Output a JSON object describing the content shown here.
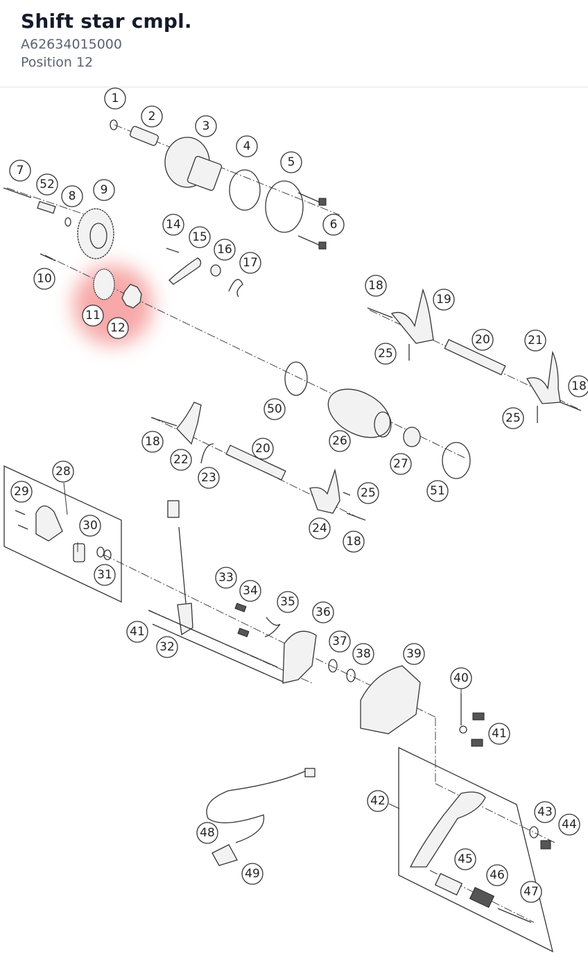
{
  "header": {
    "title": "Shift star cmpl.",
    "part_number": "A62634015000",
    "position": "Position 12"
  },
  "highlight": {
    "color": "#f26f6f",
    "highlighted_positions": [
      "11",
      "12"
    ]
  },
  "callouts": [
    "1",
    "2",
    "3",
    "4",
    "5",
    "6",
    "7",
    "52",
    "8",
    "9",
    "10",
    "11",
    "12",
    "14",
    "15",
    "16",
    "17",
    "18",
    "19",
    "20",
    "21",
    "25",
    "50",
    "26",
    "27",
    "51",
    "22",
    "23",
    "24",
    "28",
    "29",
    "30",
    "31",
    "33",
    "34",
    "35",
    "36",
    "37",
    "38",
    "39",
    "40",
    "41",
    "32",
    "42",
    "43",
    "44",
    "45",
    "46",
    "47",
    "48",
    "49"
  ]
}
